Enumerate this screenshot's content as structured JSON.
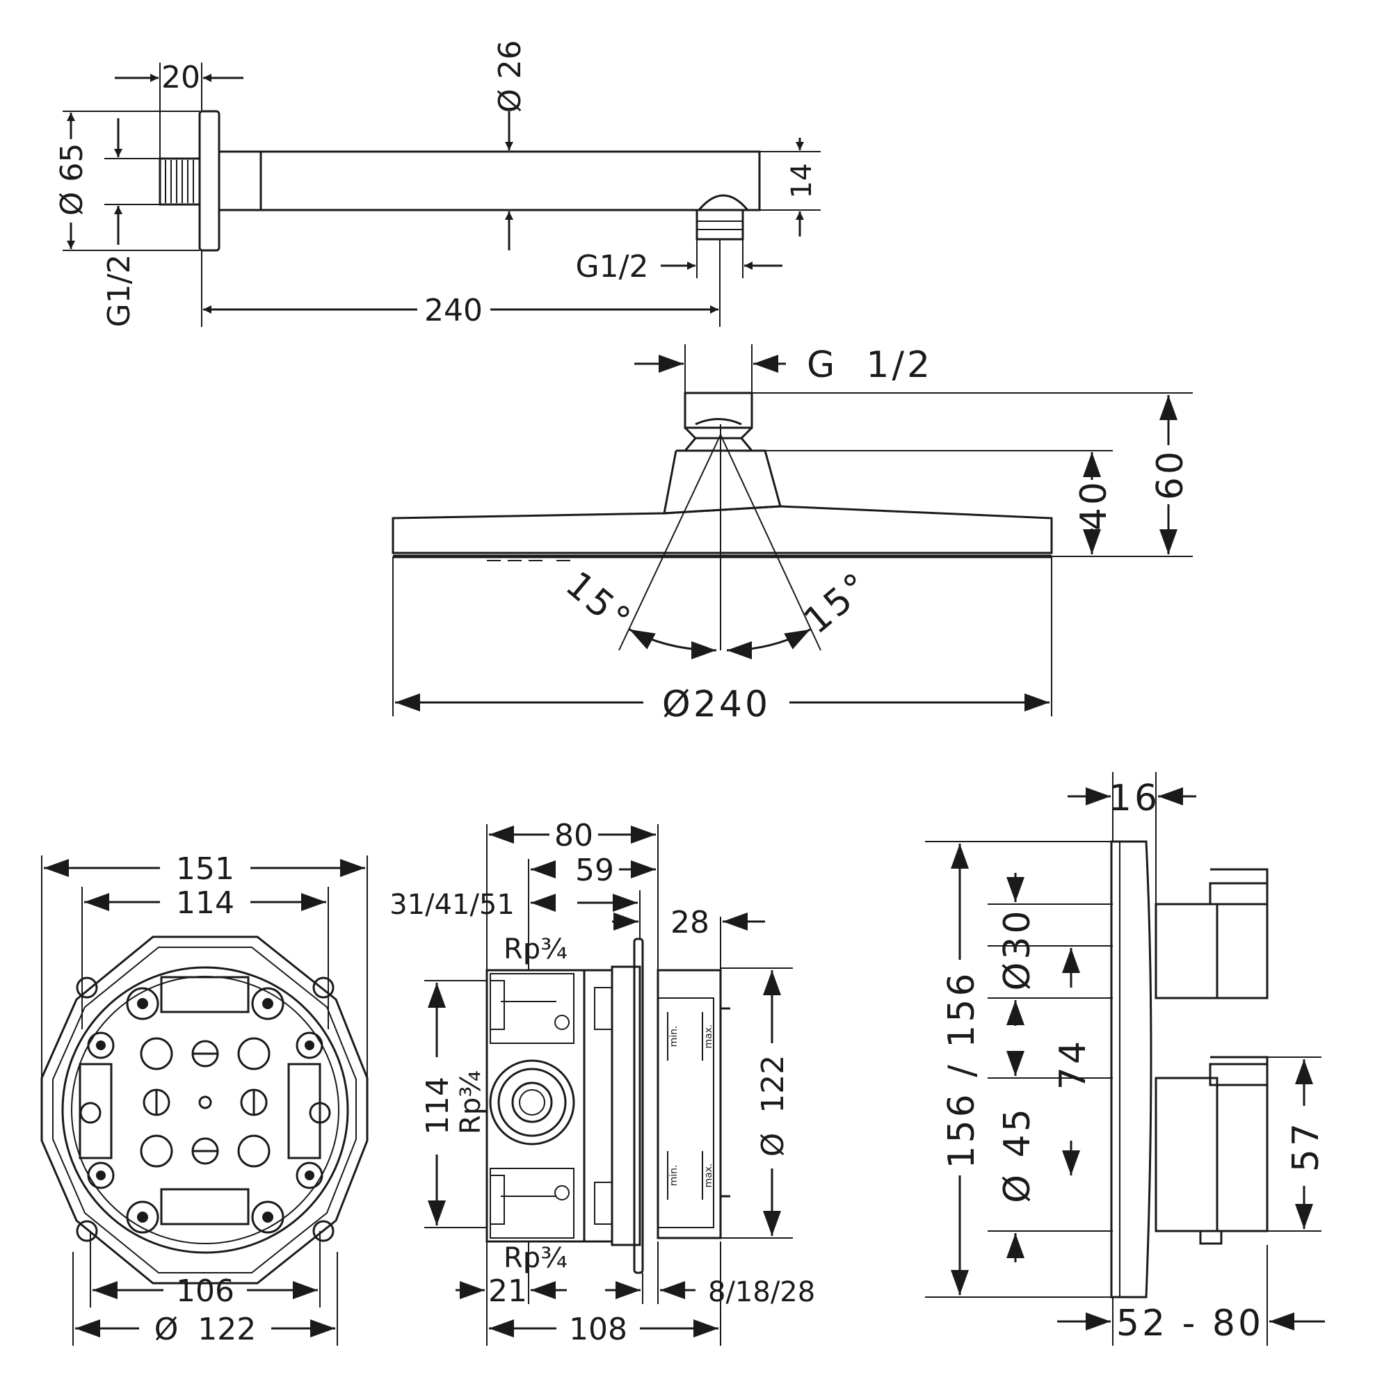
{
  "arm": {
    "d20": "20",
    "d26": "Ø 26",
    "d65": "Ø 65",
    "g_left": "G1/2",
    "g_right": "G1/2",
    "d14": "14",
    "d240": "240"
  },
  "head": {
    "g": "G  1/2",
    "d60": "60",
    "d40": "40",
    "angle_left": "15°",
    "angle_right": "15°",
    "diameter": "Ø240"
  },
  "box": {
    "d151": "151",
    "d114": "114",
    "d106": "106",
    "d122": "Ø  122"
  },
  "iBox": {
    "d80": "80",
    "d59": "59",
    "d31": "31/41/51",
    "d28": "28",
    "rp_top": "Rp¾",
    "rp_mid": "Rp¾",
    "rp_bot": "Rp¾",
    "d114": "114",
    "d122": "Ø  122",
    "d21": "21",
    "d8": "8/18/28",
    "d108": "108",
    "min_top": "min.",
    "max_top": "max.",
    "min_bot": "min.",
    "max_bot": "max."
  },
  "plate": {
    "d16": "16",
    "d156": "156 / 156",
    "d30": "Ø30",
    "d74": "74",
    "d45": "Ø 45",
    "d57": "57",
    "d52": "52 - 80"
  }
}
